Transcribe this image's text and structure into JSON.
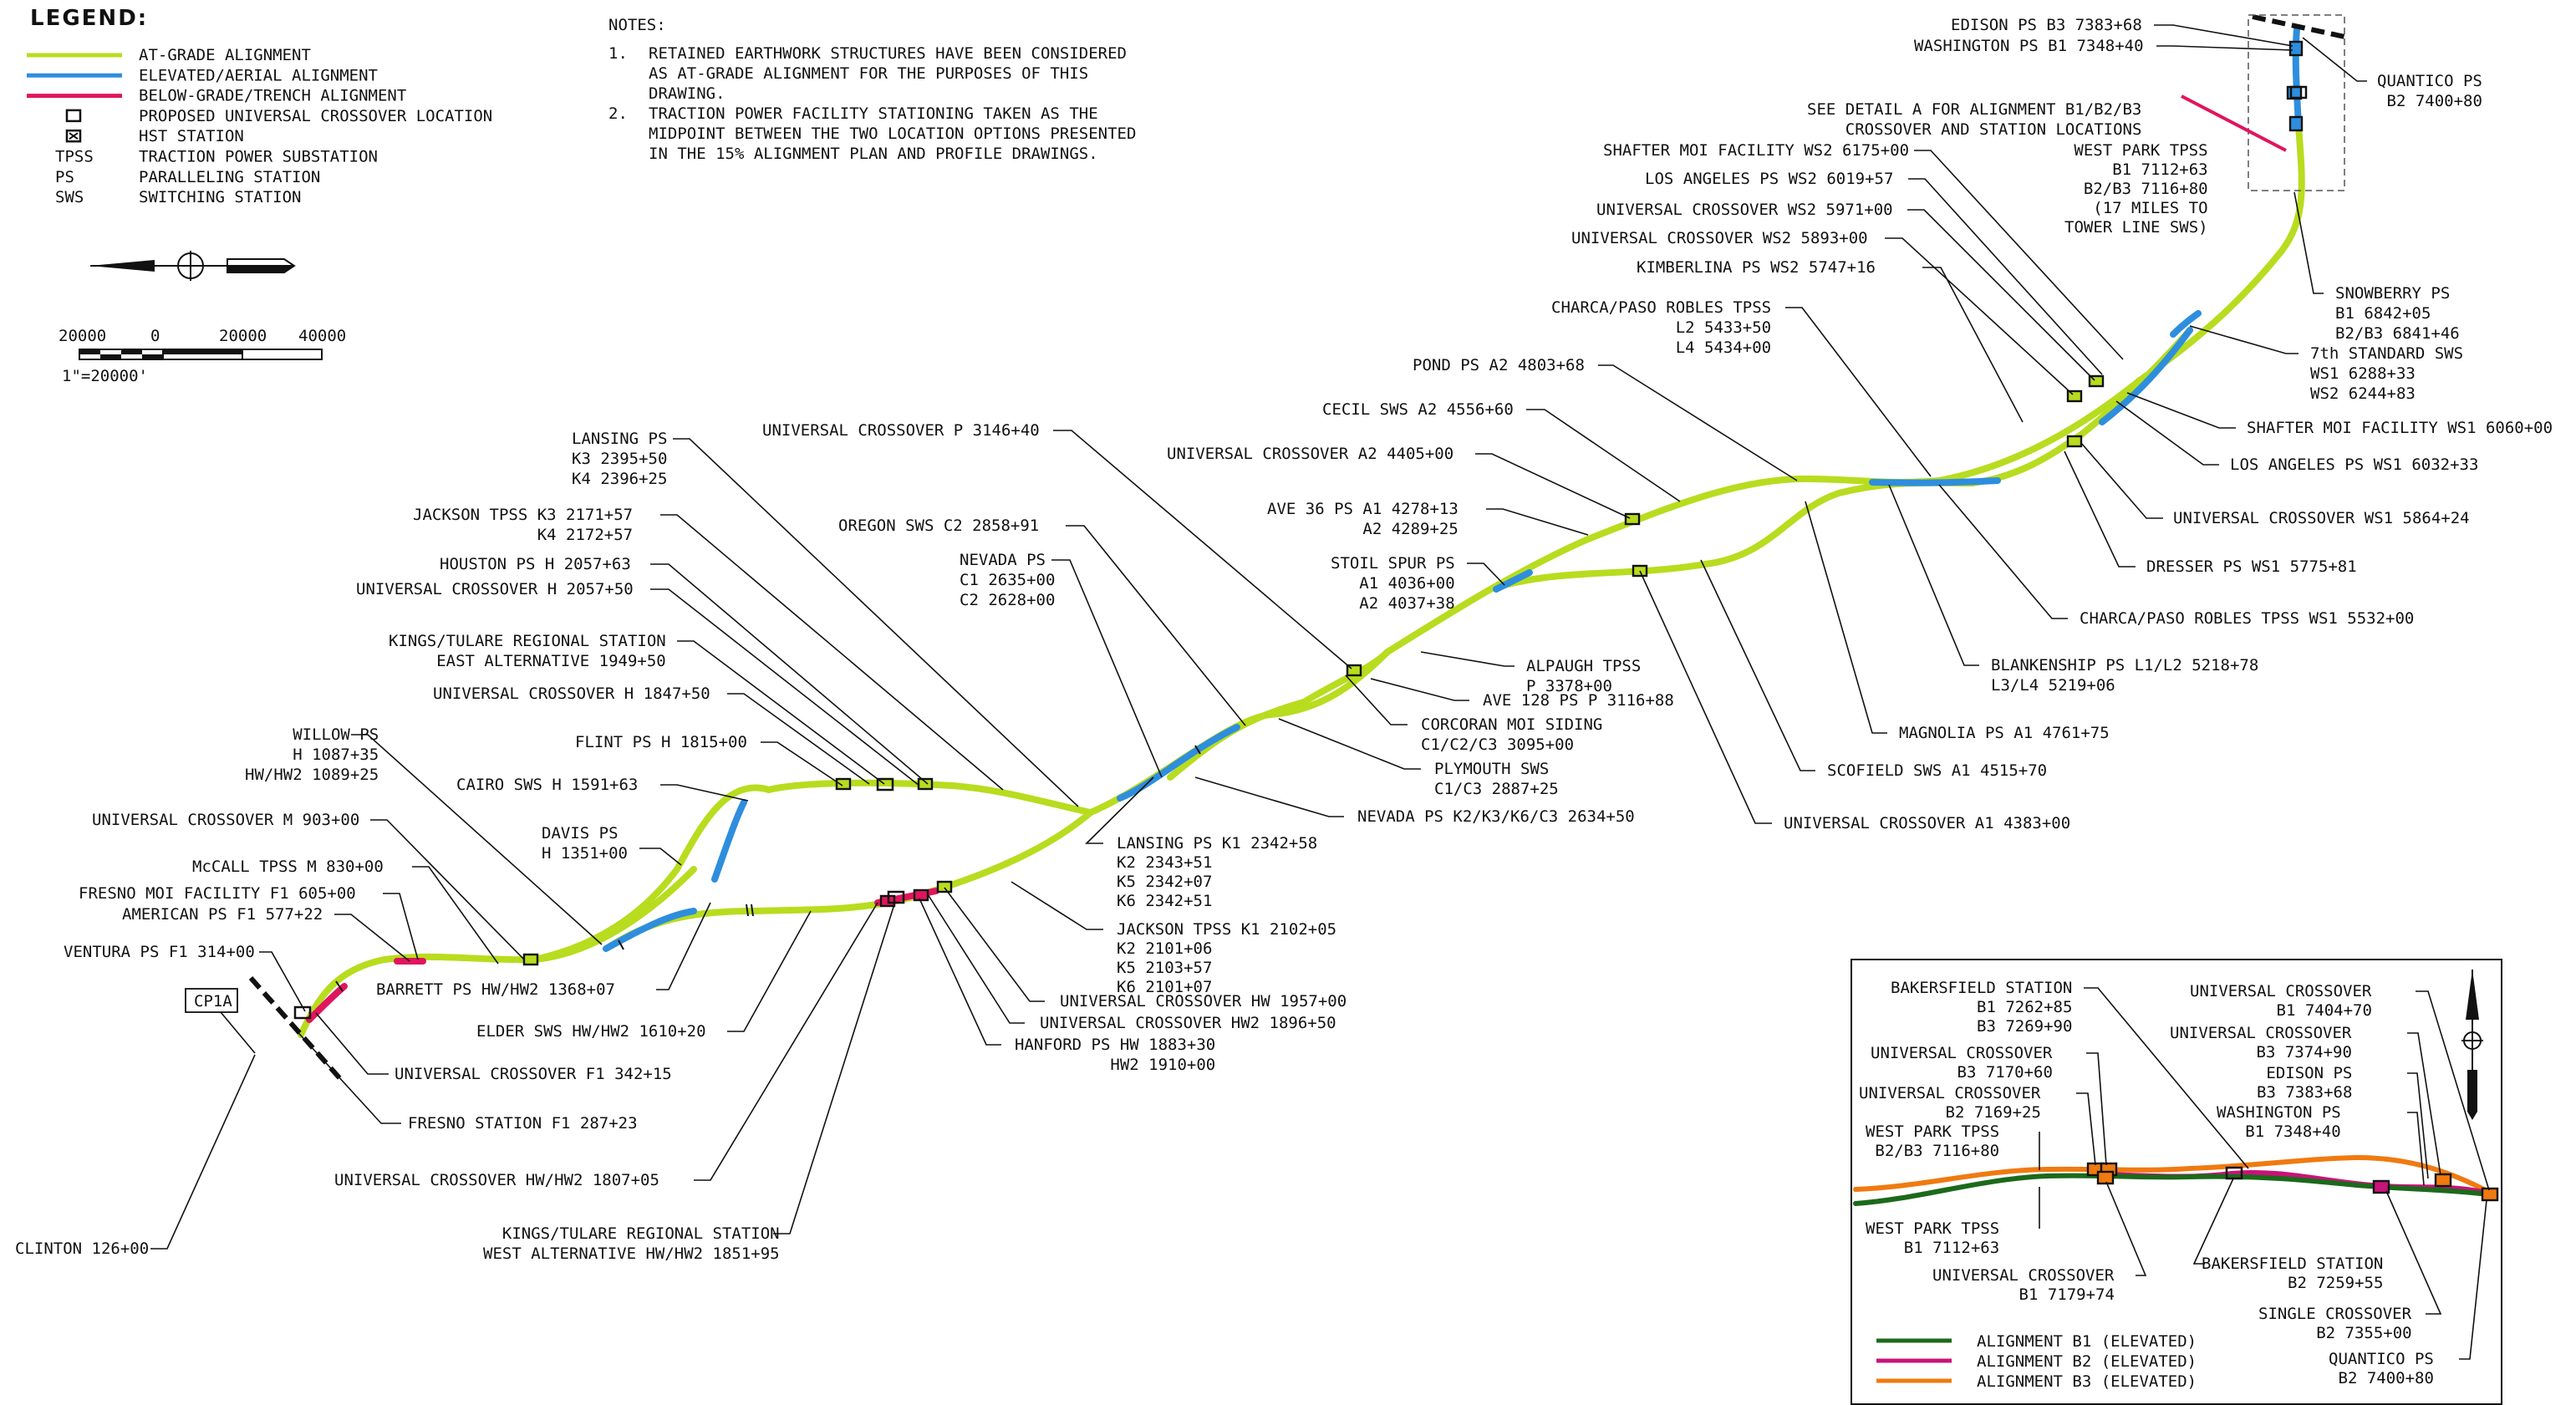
{
  "colors": {
    "at_grade": "#b8dc1e",
    "elevated": "#2e8ede",
    "below_grade": "#e0155e",
    "inset_b1": "#1b6a1b",
    "inset_b2": "#c8137a",
    "inset_b3": "#f07a10"
  },
  "legend": {
    "title": "LEGEND:",
    "items": [
      {
        "sym": "line-at-grade",
        "text": "AT-GRADE ALIGNMENT"
      },
      {
        "sym": "line-elevated",
        "text": "ELEVATED/AERIAL ALIGNMENT"
      },
      {
        "sym": "line-below",
        "text": "BELOW-GRADE/TRENCH ALIGNMENT"
      },
      {
        "sym": "box",
        "text": "PROPOSED UNIVERSAL CROSSOVER LOCATION"
      },
      {
        "sym": "hst",
        "text": "HST STATION"
      },
      {
        "sym": "TPSS",
        "text": "TRACTION POWER SUBSTATION"
      },
      {
        "sym": "PS",
        "text": "PARALLELING STATION"
      },
      {
        "sym": "SWS",
        "text": "SWITCHING STATION"
      }
    ],
    "scale": [
      "20000",
      "0",
      "20000",
      "40000"
    ],
    "scale_note": "1\"=20000'"
  },
  "notes": {
    "title": "NOTES:",
    "items": [
      {
        "num": "1.",
        "lines": [
          "RETAINED EARTHWORK STRUCTURES HAVE BEEN CONSIDERED",
          "AS AT-GRADE ALIGNMENT FOR THE PURPOSES OF THIS",
          "DRAWING."
        ]
      },
      {
        "num": "2.",
        "lines": [
          "TRACTION POWER FACILITY STATIONING TAKEN AS THE",
          "MIDPOINT BETWEEN THE TWO LOCATION OPTIONS PRESENTED",
          "IN THE 15% ALIGNMENT PLAN AND PROFILE DRAWINGS."
        ]
      }
    ]
  },
  "cp_label": "CP1A",
  "labels": [
    {
      "id": "clinton",
      "lines": [
        "CLINTON 126+00"
      ]
    },
    {
      "id": "fresno-station",
      "lines": [
        "FRESNO STATION F1 287+23"
      ]
    },
    {
      "id": "uxo-f1",
      "lines": [
        "UNIVERSAL CROSSOVER F1 342+15"
      ]
    },
    {
      "id": "ventura",
      "lines": [
        "VENTURA PS F1 314+00"
      ]
    },
    {
      "id": "american",
      "lines": [
        "AMERICAN PS F1 577+22"
      ]
    },
    {
      "id": "fresno-moi",
      "lines": [
        "FRESNO MOI FACILITY F1 605+00"
      ]
    },
    {
      "id": "mccall",
      "lines": [
        "McCALL TPSS M 830+00"
      ]
    },
    {
      "id": "uxo-m",
      "lines": [
        "UNIVERSAL CROSSOVER M 903+00"
      ]
    },
    {
      "id": "willow",
      "lines": [
        "WILLOW PS",
        "H 1087+35",
        "HW/HW2 1089+25"
      ]
    },
    {
      "id": "barrett",
      "lines": [
        "BARRETT PS HW/HW2 1368+07"
      ]
    },
    {
      "id": "elder",
      "lines": [
        "ELDER SWS HW/HW2 1610+20"
      ]
    },
    {
      "id": "uxo-hw-1807",
      "lines": [
        "UNIVERSAL CROSSOVER HW/HW2 1807+05"
      ]
    },
    {
      "id": "kt-west",
      "lines": [
        "KINGS/TULARE REGIONAL STATION",
        "WEST ALTERNATIVE HW/HW2 1851+95"
      ]
    },
    {
      "id": "hanford",
      "lines": [
        "HANFORD PS HW 1883+30",
        "HW2 1910+00"
      ]
    },
    {
      "id": "uxo-hw2-1896",
      "lines": [
        "UNIVERSAL CROSSOVER HW2 1896+50"
      ]
    },
    {
      "id": "uxo-hw-1957",
      "lines": [
        "UNIVERSAL CROSSOVER HW 1957+00"
      ]
    },
    {
      "id": "davis",
      "lines": [
        "DAVIS PS",
        "H 1351+00"
      ]
    },
    {
      "id": "cairo",
      "lines": [
        "CAIRO SWS H 1591+63"
      ]
    },
    {
      "id": "flint",
      "lines": [
        "FLINT PS H 1815+00"
      ]
    },
    {
      "id": "uxo-h-1847",
      "lines": [
        "UNIVERSAL CROSSOVER H 1847+50"
      ]
    },
    {
      "id": "kt-east",
      "lines": [
        "KINGS/TULARE REGIONAL STATION",
        "EAST ALTERNATIVE 1949+50"
      ]
    },
    {
      "id": "uxo-h-2057",
      "lines": [
        "UNIVERSAL CROSSOVER H 2057+50"
      ]
    },
    {
      "id": "houston",
      "lines": [
        "HOUSTON PS H 2057+63"
      ]
    },
    {
      "id": "jackson-k3",
      "lines": [
        "JACKSON TPSS K3 2171+57",
        "K4 2172+57"
      ]
    },
    {
      "id": "lansing-k3",
      "lines": [
        "LANSING PS",
        "K3 2395+50",
        "K4 2396+25"
      ]
    },
    {
      "id": "uxo-p",
      "lines": [
        "UNIVERSAL CROSSOVER P 3146+40"
      ]
    },
    {
      "id": "oregon",
      "lines": [
        "OREGON SWS C2 2858+91"
      ]
    },
    {
      "id": "nevada",
      "lines": [
        "NEVADA PS",
        "C1 2635+00",
        "C2 2628+00"
      ]
    },
    {
      "id": "lansing-k1",
      "lines": [
        "LANSING PS K1 2342+58",
        "K2 2343+51",
        "K5 2342+07",
        "K6 2342+51"
      ]
    },
    {
      "id": "jackson-k1",
      "lines": [
        "JACKSON TPSS K1 2102+05",
        "K2 2101+06",
        "K5 2103+57",
        "K6 2101+07"
      ]
    },
    {
      "id": "nevada-k2",
      "lines": [
        "NEVADA PS K2/K3/K6/C3 2634+50"
      ]
    },
    {
      "id": "plymouth",
      "lines": [
        "PLYMOUTH SWS",
        "C1/C3 2887+25"
      ]
    },
    {
      "id": "corcoran",
      "lines": [
        "CORCORAN MOI SIDING",
        "C1/C2/C3 3095+00"
      ]
    },
    {
      "id": "ave128",
      "lines": [
        "AVE 128 PS P 3116+88"
      ]
    },
    {
      "id": "alpaugh",
      "lines": [
        "ALPAUGH TPSS",
        "P 3378+00"
      ]
    },
    {
      "id": "stoil",
      "lines": [
        "STOIL SPUR PS",
        "A1 4036+00",
        "A2 4037+38"
      ]
    },
    {
      "id": "ave36",
      "lines": [
        "AVE 36 PS A1 4278+13",
        "A2 4289+25"
      ]
    },
    {
      "id": "uxo-a2",
      "lines": [
        "UNIVERSAL CROSSOVER A2 4405+00"
      ]
    },
    {
      "id": "cecil",
      "lines": [
        "CECIL SWS A2 4556+60"
      ]
    },
    {
      "id": "pond",
      "lines": [
        "POND PS A2 4803+68"
      ]
    },
    {
      "id": "charca-l2",
      "lines": [
        "CHARCA/PASO ROBLES TPSS",
        "L2 5433+50",
        "L4 5434+00"
      ]
    },
    {
      "id": "kimberlina",
      "lines": [
        "KIMBERLINA PS WS2 5747+16"
      ]
    },
    {
      "id": "uxo-ws2-5893",
      "lines": [
        "UNIVERSAL CROSSOVER WS2 5893+00"
      ]
    },
    {
      "id": "uxo-ws2-5971",
      "lines": [
        "UNIVERSAL CROSSOVER WS2 5971+00"
      ]
    },
    {
      "id": "la-ws2",
      "lines": [
        "LOS ANGELES PS WS2 6019+57"
      ]
    },
    {
      "id": "shafter-ws2",
      "lines": [
        "SHAFTER MOI FACILITY WS2 6175+00"
      ]
    },
    {
      "id": "see-detail",
      "lines": [
        "SEE DETAIL A FOR ALIGNMENT B1/B2/B3",
        "CROSSOVER AND STATION LOCATIONS"
      ]
    },
    {
      "id": "edison-top",
      "lines": [
        "EDISON PS B3 7383+68"
      ]
    },
    {
      "id": "washington-top",
      "lines": [
        "WASHINGTON PS B1 7348+40"
      ]
    },
    {
      "id": "quantico-top",
      "lines": [
        "QUANTICO PS",
        "B2 7400+80"
      ]
    },
    {
      "id": "west-park-top",
      "lines": [
        "WEST PARK TPSS",
        "B1 7112+63",
        "B2/B3 7116+80",
        "(17 MILES TO",
        "TOWER LINE SWS)"
      ]
    },
    {
      "id": "snowberry",
      "lines": [
        "SNOWBERRY PS",
        "B1 6842+05",
        "B2/B3 6841+46"
      ]
    },
    {
      "id": "seventh",
      "lines": [
        "7th STANDARD SWS",
        "WS1 6288+33",
        "WS2 6244+83"
      ]
    },
    {
      "id": "shafter-ws1",
      "lines": [
        "SHAFTER MOI FACILITY WS1 6060+00"
      ]
    },
    {
      "id": "la-ws1",
      "lines": [
        "LOS ANGELES PS WS1 6032+33"
      ]
    },
    {
      "id": "uxo-ws1",
      "lines": [
        "UNIVERSAL CROSSOVER WS1 5864+24"
      ]
    },
    {
      "id": "dresser",
      "lines": [
        "DRESSER PS WS1 5775+81"
      ]
    },
    {
      "id": "charca-ws1",
      "lines": [
        "CHARCA/PASO ROBLES TPSS WS1 5532+00"
      ]
    },
    {
      "id": "blankenship",
      "lines": [
        "BLANKENSHIP PS L1/L2 5218+78",
        "L3/L4 5219+06"
      ]
    },
    {
      "id": "magnolia",
      "lines": [
        "MAGNOLIA PS A1 4761+75"
      ]
    },
    {
      "id": "scofield",
      "lines": [
        "SCOFIELD SWS A1 4515+70"
      ]
    },
    {
      "id": "uxo-a1",
      "lines": [
        "UNIVERSAL CROSSOVER A1 4383+00"
      ]
    }
  ],
  "inset": {
    "labels": [
      {
        "id": "in-bak1",
        "lines": [
          "BAKERSFIELD STATION",
          "B1 7262+85",
          "B3 7269+90"
        ]
      },
      {
        "id": "in-uxo-b3-7170",
        "lines": [
          "UNIVERSAL CROSSOVER",
          "B3 7170+60"
        ]
      },
      {
        "id": "in-uxo-b2-7169",
        "lines": [
          "UNIVERSAL CROSSOVER",
          "B2 7169+25"
        ]
      },
      {
        "id": "in-wp-b2",
        "lines": [
          "WEST PARK TPSS",
          "B2/B3 7116+80"
        ]
      },
      {
        "id": "in-wp-b1",
        "lines": [
          "WEST PARK TPSS",
          "B1 7112+63"
        ]
      },
      {
        "id": "in-uxo-b1",
        "lines": [
          "UNIVERSAL CROSSOVER",
          "B1 7179+74"
        ]
      },
      {
        "id": "in-uxo-b1-7404",
        "lines": [
          "UNIVERSAL CROSSOVER",
          "B1 7404+70"
        ]
      },
      {
        "id": "in-uxo-b3-7374",
        "lines": [
          "UNIVERSAL CROSSOVER",
          "B3 7374+90"
        ]
      },
      {
        "id": "in-edison",
        "lines": [
          "EDISON PS",
          "B3 7383+68"
        ]
      },
      {
        "id": "in-washington",
        "lines": [
          "WASHINGTON PS",
          "B1 7348+40"
        ]
      },
      {
        "id": "in-bak2",
        "lines": [
          "BAKERSFIELD STATION",
          "B2 7259+55"
        ]
      },
      {
        "id": "in-single",
        "lines": [
          "SINGLE CROSSOVER",
          "B2 7355+00"
        ]
      },
      {
        "id": "in-quantico",
        "lines": [
          "QUANTICO PS",
          "B2 7400+80"
        ]
      }
    ],
    "legend": [
      {
        "color": "#1b6a1b",
        "text": "ALIGNMENT B1 (ELEVATED)"
      },
      {
        "color": "#c8137a",
        "text": "ALIGNMENT B2 (ELEVATED)"
      },
      {
        "color": "#f07a10",
        "text": "ALIGNMENT B3 (ELEVATED)"
      }
    ]
  }
}
